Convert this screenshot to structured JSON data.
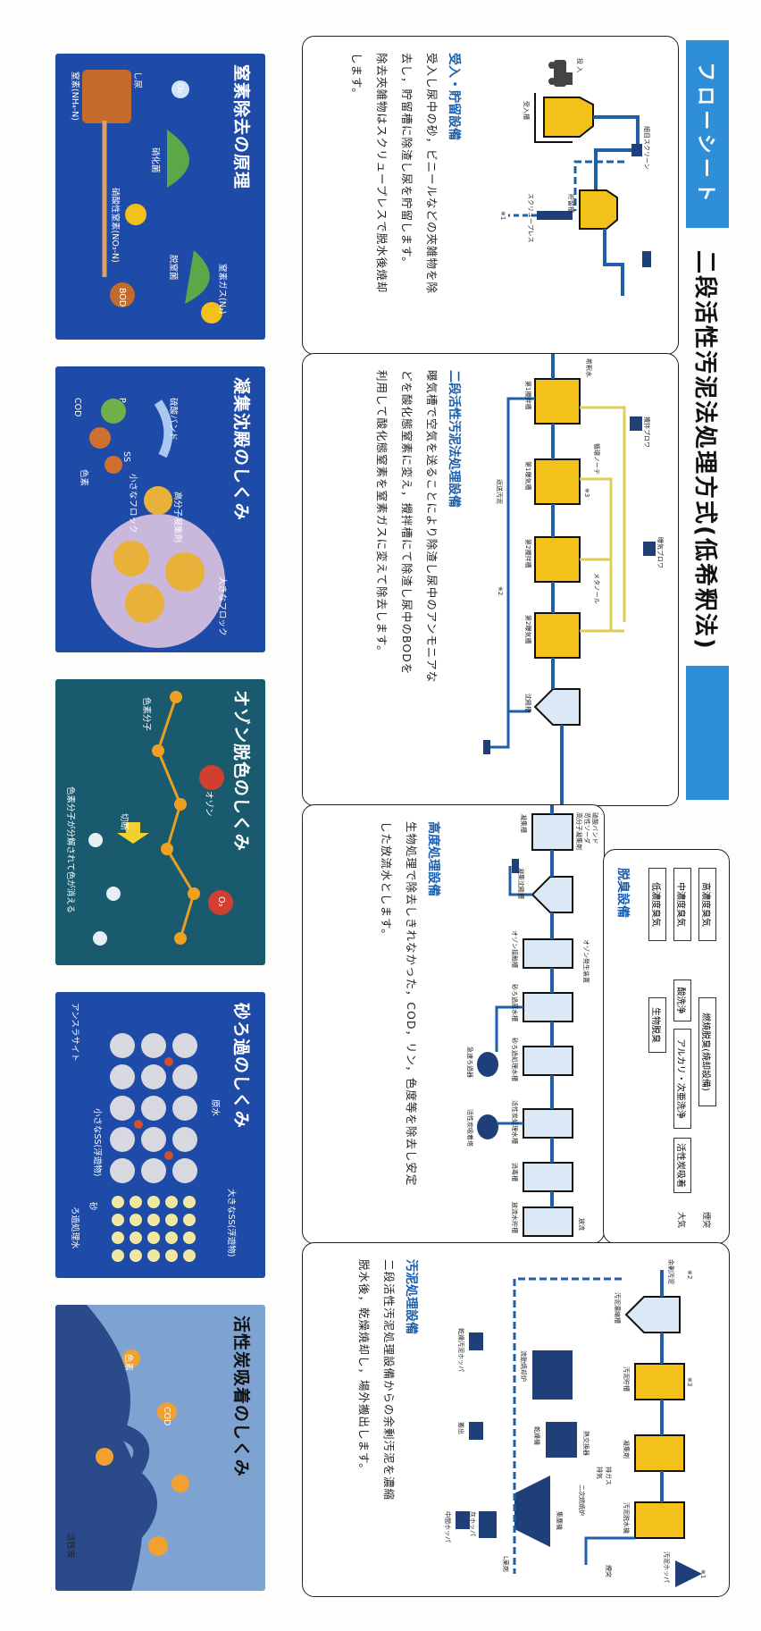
{
  "header": {
    "badge": "フローシート",
    "title": "二段活性汚泥法処理方式(低希釈法)"
  },
  "sections": {
    "receiving": {
      "title": "受入・貯留設備",
      "desc": [
        "受入し尿中の砂，ビニールなどの夾雑物を除",
        "去し，貯留槽に除渣し尿を貯留します。",
        "除去夾雑物はスクリュープレスで脱水後焼却",
        "します。"
      ],
      "labels": [
        "投 入",
        "受入槽",
        "貯留槽",
        "細目スクリーン",
        "スクリュープレス",
        "※1"
      ]
    },
    "activated": {
      "title": "二段活性汚泥法処理設備",
      "desc": [
        "曝気槽で空気を送ることにより除渣し尿中のアンモニアな",
        "どを酸化態窒素に変え，攪拌槽にて除渣し尿中のBODを",
        "利用して酸化態窒素を窒素ガスに変えて除去します。"
      ],
      "labels": [
        "攪拌ブロワ",
        "曝気ブロワ",
        "希釈水",
        "第1攪拌槽",
        "第1曝気槽",
        "第2攪拌槽",
        "第2曝気槽",
        "沈殿槽",
        "返送汚泥",
        "※2",
        "※3",
        "循環ノーテ",
        "メタノール"
      ]
    },
    "advanced": {
      "title": "高度処理設備",
      "desc": [
        "生物処理で除去しきれなかった，COD，リン，色度等を除去し安定",
        "した放流水とします。"
      ],
      "labels": [
        "凝集沈殿槽",
        "オゾン接触槽",
        "砂ろ過原水槽",
        "砂ろ過処理水槽",
        "活性炭処理水槽",
        "消毒槽",
        "放流水貯槽",
        "オゾン発生装置",
        "急速ろ過器",
        "活性炭吸着塔",
        "放流",
        "凝集槽",
        "硫酸バンド",
        "苛性ソーダ",
        "高分子凝集剤"
      ]
    },
    "deodor": {
      "title": "脱臭設備",
      "boxes": [
        "高濃度臭気",
        "中濃度臭気",
        "低濃度臭気",
        "燃焼脱臭(焼却設備)",
        "酸洗浄",
        "アルカリ・次亜洗浄",
        "活性炭吸着",
        "生物脱臭"
      ],
      "outs": [
        "煙突",
        "大気"
      ]
    },
    "sludge": {
      "title": "汚泥処理設備",
      "desc": [
        "二段活性汚泥処理設備からの余剰汚泥を濃縮",
        "脱水後，乾燥焼却し，場外搬出します。"
      ],
      "labels": [
        "余剰汚泥",
        "汚泥濃縮槽",
        "汚泥貯槽",
        "凝集剤",
        "汚泥脱水機",
        "汚泥ホッパ",
        "流動焼却炉",
        "乾燥機",
        "二次燃焼炉",
        "熱交換器",
        "排気",
        "灰ホッパ",
        "L薬剤",
        "乾燥汚泥ホッパ",
        "搬出",
        "中間ホッパ",
        "※1",
        "※2",
        "※3",
        "排ガス",
        "煙突",
        "集塵機"
      ]
    }
  },
  "cards": [
    {
      "title": "窒素除去の原理",
      "labels": [
        "し尿",
        "窒素(NH₄-N)",
        "硝化菌",
        "脱窒菌",
        "硝酸性窒素(NO₃-N)",
        "窒素ガス(N₂)",
        "BOD",
        "O₂"
      ]
    },
    {
      "title": "凝集沈殿のしくみ",
      "labels": [
        "硫酸バンド",
        "SS",
        "P",
        "COD",
        "色素",
        "小さなフロック",
        "高分子凝集剤",
        "大きなフロック"
      ]
    },
    {
      "title": "オゾン脱色のしくみ",
      "labels": [
        "色素分子",
        "オゾン",
        "切断",
        "色素分子が分解されて色が消える",
        "O₃"
      ]
    },
    {
      "title": "砂ろ過のしくみ",
      "labels": [
        "原水",
        "大きなSS(浮遊物)",
        "小さなSS(浮遊物)",
        "アンスラサイト",
        "砂",
        "ろ過処理水"
      ]
    },
    {
      "title": "活性炭吸着のしくみ",
      "labels": [
        "活性炭",
        "色素",
        "COD"
      ]
    }
  ],
  "colors": {
    "accent": "#2f8ed8",
    "pipe": "#1f5fa8",
    "sludge": "#f2c21a",
    "water": "#dbe9f7",
    "card": "#1e4aa8"
  }
}
